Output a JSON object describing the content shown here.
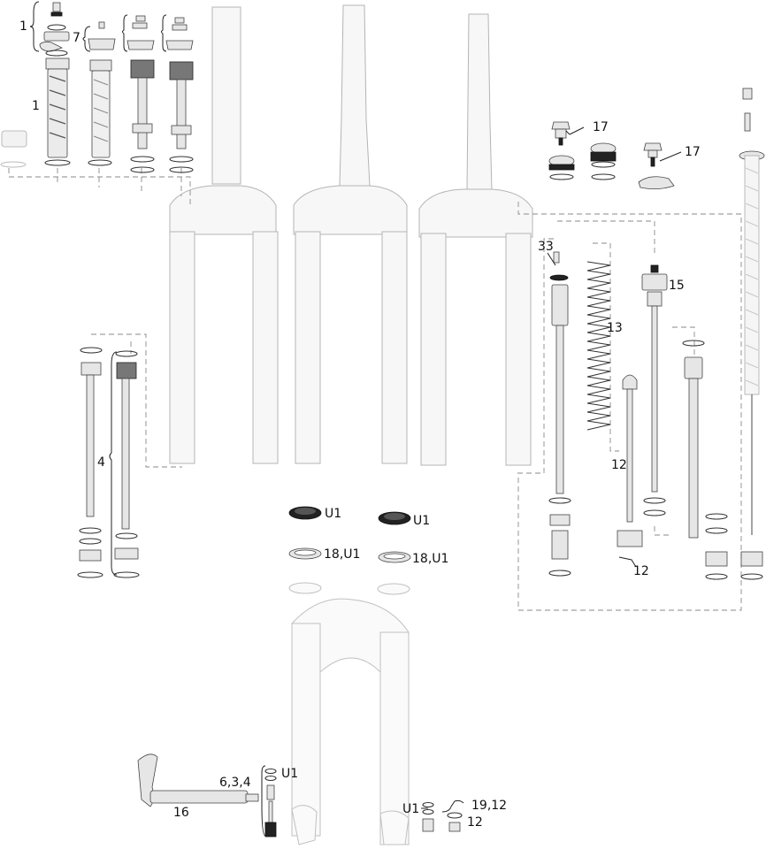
{
  "diagram": {
    "callouts": {
      "c_1_top": "1",
      "c_7": "7",
      "c_1_mid": "1",
      "c_17_a": "17",
      "c_17_b": "17",
      "c_33": "33",
      "c_15": "15",
      "c_13": "13",
      "c_12_a": "12",
      "c_12_b": "12",
      "c_4": "4",
      "c_u1_a": "U1",
      "c_u1_b": "U1",
      "c_18u1_a": "18,U1",
      "c_18u1_b": "18,U1",
      "c_634": "6,3,4",
      "c_u1_c": "U1",
      "c_16": "16",
      "c_u1_d": "U1",
      "c_1912": "19,12",
      "c_12_c": "12"
    },
    "colors": {
      "ghost_stroke": "#b4b4b4",
      "part_stroke": "#444444",
      "dark_part": "#222222",
      "leader_dash": "#8a8a8a"
    },
    "icons": [
      "crown-ghost",
      "stanchion-ghost",
      "lower-leg-ghost",
      "spring-coil",
      "seal-ring",
      "thru-axle"
    ]
  }
}
